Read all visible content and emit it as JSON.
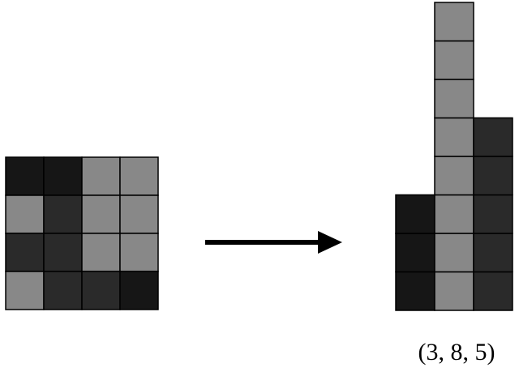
{
  "palette": {
    "dark": "#161616",
    "mid_dark": "#2a2a2a",
    "gray": "#888888",
    "border": "#000000",
    "arrow": "#000000"
  },
  "input_grid": {
    "rows": [
      [
        "dark",
        "dark",
        "gray",
        "gray"
      ],
      [
        "gray",
        "mid_dark",
        "gray",
        "gray"
      ],
      [
        "mid_dark",
        "mid_dark",
        "gray",
        "gray"
      ],
      [
        "gray",
        "mid_dark",
        "mid_dark",
        "dark"
      ]
    ]
  },
  "histogram": {
    "columns": [
      {
        "color": "dark",
        "count": 3
      },
      {
        "color": "gray",
        "count": 8
      },
      {
        "color": "mid_dark",
        "count": 5
      }
    ]
  },
  "caption": "(3, 8, 5)"
}
